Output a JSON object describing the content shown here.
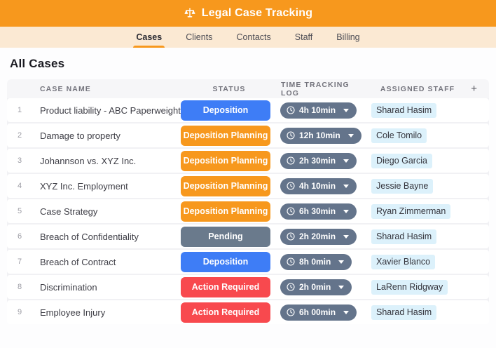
{
  "header": {
    "title": "Legal Case Tracking"
  },
  "tabs": [
    {
      "label": "Cases",
      "active": true
    },
    {
      "label": "Clients",
      "active": false
    },
    {
      "label": "Contacts",
      "active": false
    },
    {
      "label": "Staff",
      "active": false
    },
    {
      "label": "Billing",
      "active": false
    }
  ],
  "page": {
    "title": "All Cases"
  },
  "table": {
    "columns": [
      "CASE NAME",
      "STATUS",
      "TIME TRACKING LOG",
      "ASSIGNED STAFF"
    ],
    "add_column_label": "+",
    "rows": [
      {
        "num": "1",
        "name": "Product liability - ABC Paperweight",
        "status": "Deposition",
        "status_color": "blue",
        "time": "4h 10min",
        "staff": "Sharad Hasim"
      },
      {
        "num": "2",
        "name": "Damage to property",
        "status": "Deposition Planning",
        "status_color": "orange",
        "time": "12h 10min",
        "staff": "Cole Tomilo"
      },
      {
        "num": "3",
        "name": "Johannson vs. XYZ Inc.",
        "status": "Deposition Planning",
        "status_color": "orange",
        "time": "2h 30min",
        "staff": "Diego Garcia"
      },
      {
        "num": "4",
        "name": "XYZ Inc. Employment",
        "status": "Deposition Planning",
        "status_color": "orange",
        "time": "4h 10min",
        "staff": "Jessie Bayne"
      },
      {
        "num": "5",
        "name": "Case Strategy",
        "status": "Deposition Planning",
        "status_color": "orange",
        "time": "6h 30min",
        "staff": "Ryan Zimmerman"
      },
      {
        "num": "6",
        "name": "Breach of Confidentiality",
        "status": "Pending",
        "status_color": "slate",
        "time": "2h 20min",
        "staff": "Sharad Hasim"
      },
      {
        "num": "7",
        "name": "Breach of Contract",
        "status": "Deposition",
        "status_color": "blue",
        "time": "8h 0min",
        "staff": "Xavier Blanco"
      },
      {
        "num": "8",
        "name": "Discrimination",
        "status": "Action Required",
        "status_color": "red",
        "time": "2h 0min",
        "staff": "LaRenn Ridgway"
      },
      {
        "num": "9",
        "name": "Employee Injury",
        "status": "Action Required",
        "status_color": "red",
        "time": "6h 00min",
        "staff": "Sharad Hasim"
      }
    ]
  },
  "colors": {
    "brand_orange": "#F7981D",
    "blue": "#3E7DF6",
    "orange": "#F7981D",
    "slate": "#6A7A8C",
    "red": "#F8494E",
    "time_pill": "#64748B",
    "staff_highlight": "#DCF1FB"
  }
}
